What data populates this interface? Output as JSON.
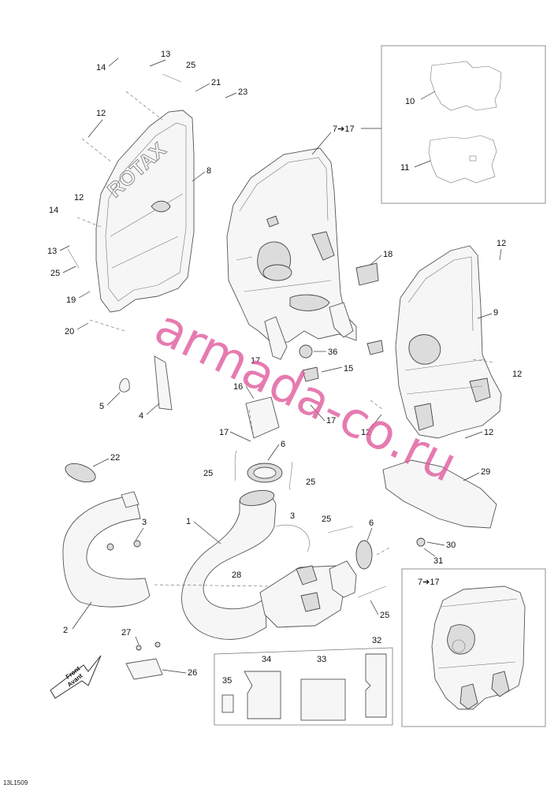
{
  "diagram": {
    "callouts": {
      "c13a": "13",
      "c14a": "14",
      "c25a": "25",
      "c21": "21",
      "c23": "23",
      "c12a": "12",
      "c8": "8",
      "c12b": "12",
      "c14b": "14",
      "c13b": "13",
      "c25b": "25",
      "c19": "19",
      "c20": "20",
      "c7_17a": "7➔17",
      "c10": "10",
      "c11": "11",
      "c18": "18",
      "c12c": "12",
      "c9": "9",
      "c36": "36",
      "c15": "15",
      "c17a": "17",
      "c16": "16",
      "c17b": "17",
      "c12d": "12",
      "c12e": "12",
      "c12f": "12",
      "c17c": "17",
      "c6a": "6",
      "c5": "5",
      "c4": "4",
      "c22": "22",
      "c25c": "25",
      "c25d": "25",
      "c29": "29",
      "c3a": "3",
      "c1": "1",
      "c3b": "3",
      "c25e": "25",
      "c6b": "6",
      "c30": "30",
      "c31": "31",
      "c28": "28",
      "c25f": "25",
      "c2": "2",
      "c27": "27",
      "c26": "26",
      "c32": "32",
      "c34": "34",
      "c33": "33",
      "c35": "35",
      "c7_17b": "7➔17"
    },
    "front_arrow": {
      "line1": "Front",
      "line2": "Avant"
    },
    "drawing_code": "13L1509",
    "logo_text": "ROTAX",
    "watermark": "armada-co.ru",
    "colors": {
      "watermark": "#e0579a",
      "line": "#333333",
      "part_fill": "#f6f6f6"
    }
  }
}
